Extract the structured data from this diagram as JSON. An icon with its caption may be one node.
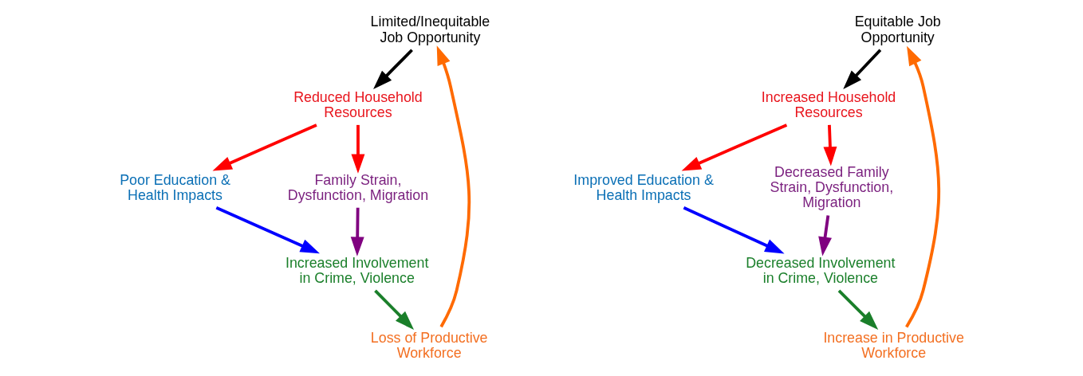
{
  "diagram": {
    "nodes": [
      {
        "text": [
          "Limited/Inequitable Job Opportunity"
        ]
      },
      {
        "text": [
          "Reduced Household Resources"
        ]
      },
      {
        "text": [
          "Poor Education & Health Impacts"
        ]
      },
      {
        "text": [
          "Family Strain, Dysfunction, Migration"
        ]
      },
      {
        "text": [
          "Increased Involvement in Crime, Violence"
        ]
      },
      {
        "text": [
          "Loss of Productive Workforce"
        ]
      },
      {
        "text": [
          "Equitable Job Opportunity"
        ]
      },
      {
        "text": [
          "Increased Household Resources"
        ]
      },
      {
        "text": [
          "Improved Education & Health Impacts"
        ]
      },
      {
        "text": [
          "Decreased Family Strain, Dysfunction, Migration"
        ]
      },
      {
        "text": [
          "Decreased Involvement in Crime, Violence"
        ]
      },
      {
        "text": [
          "Increase in Productive Workforce"
        ]
      }
    ],
    "edges": [
      {
        "from": 0,
        "to": 1,
        "arrow": "to",
        "color": "#000000"
      },
      {
        "from": 1,
        "to": 2,
        "arrow": "to"
      },
      {
        "from": 1,
        "to": 3,
        "arrow": "to"
      },
      {
        "from": 2,
        "to": 4,
        "arrow": "to",
        "color": "#0000ff"
      },
      {
        "from": 3,
        "to": 4,
        "arrow": "to",
        "color": "#800080"
      },
      {
        "from": 4,
        "to": 5,
        "arrow": "to",
        "color": "#1a7f2a"
      },
      {
        "from": 5,
        "to": 0,
        "arrow": "to",
        "color": "#ff6a00"
      },
      {
        "from": 6,
        "to": 7,
        "arrow": "to",
        "color": "#000000"
      },
      {
        "from": 7,
        "to": 8,
        "arrow": "to"
      },
      {
        "from": 7,
        "to": 9,
        "arrow": "to"
      },
      {
        "from": 8,
        "to": 10,
        "arrow": "to",
        "color": "#0000ff"
      },
      {
        "from": 9,
        "to": 10,
        "arrow": "to",
        "color": "#800080"
      },
      {
        "from": 10,
        "to": 11,
        "arrow": "to",
        "color": "#1a7f2a"
      },
      {
        "from": 11,
        "to": 6,
        "arrow": "to",
        "color": "#ff6a00"
      }
    ]
  }
}
